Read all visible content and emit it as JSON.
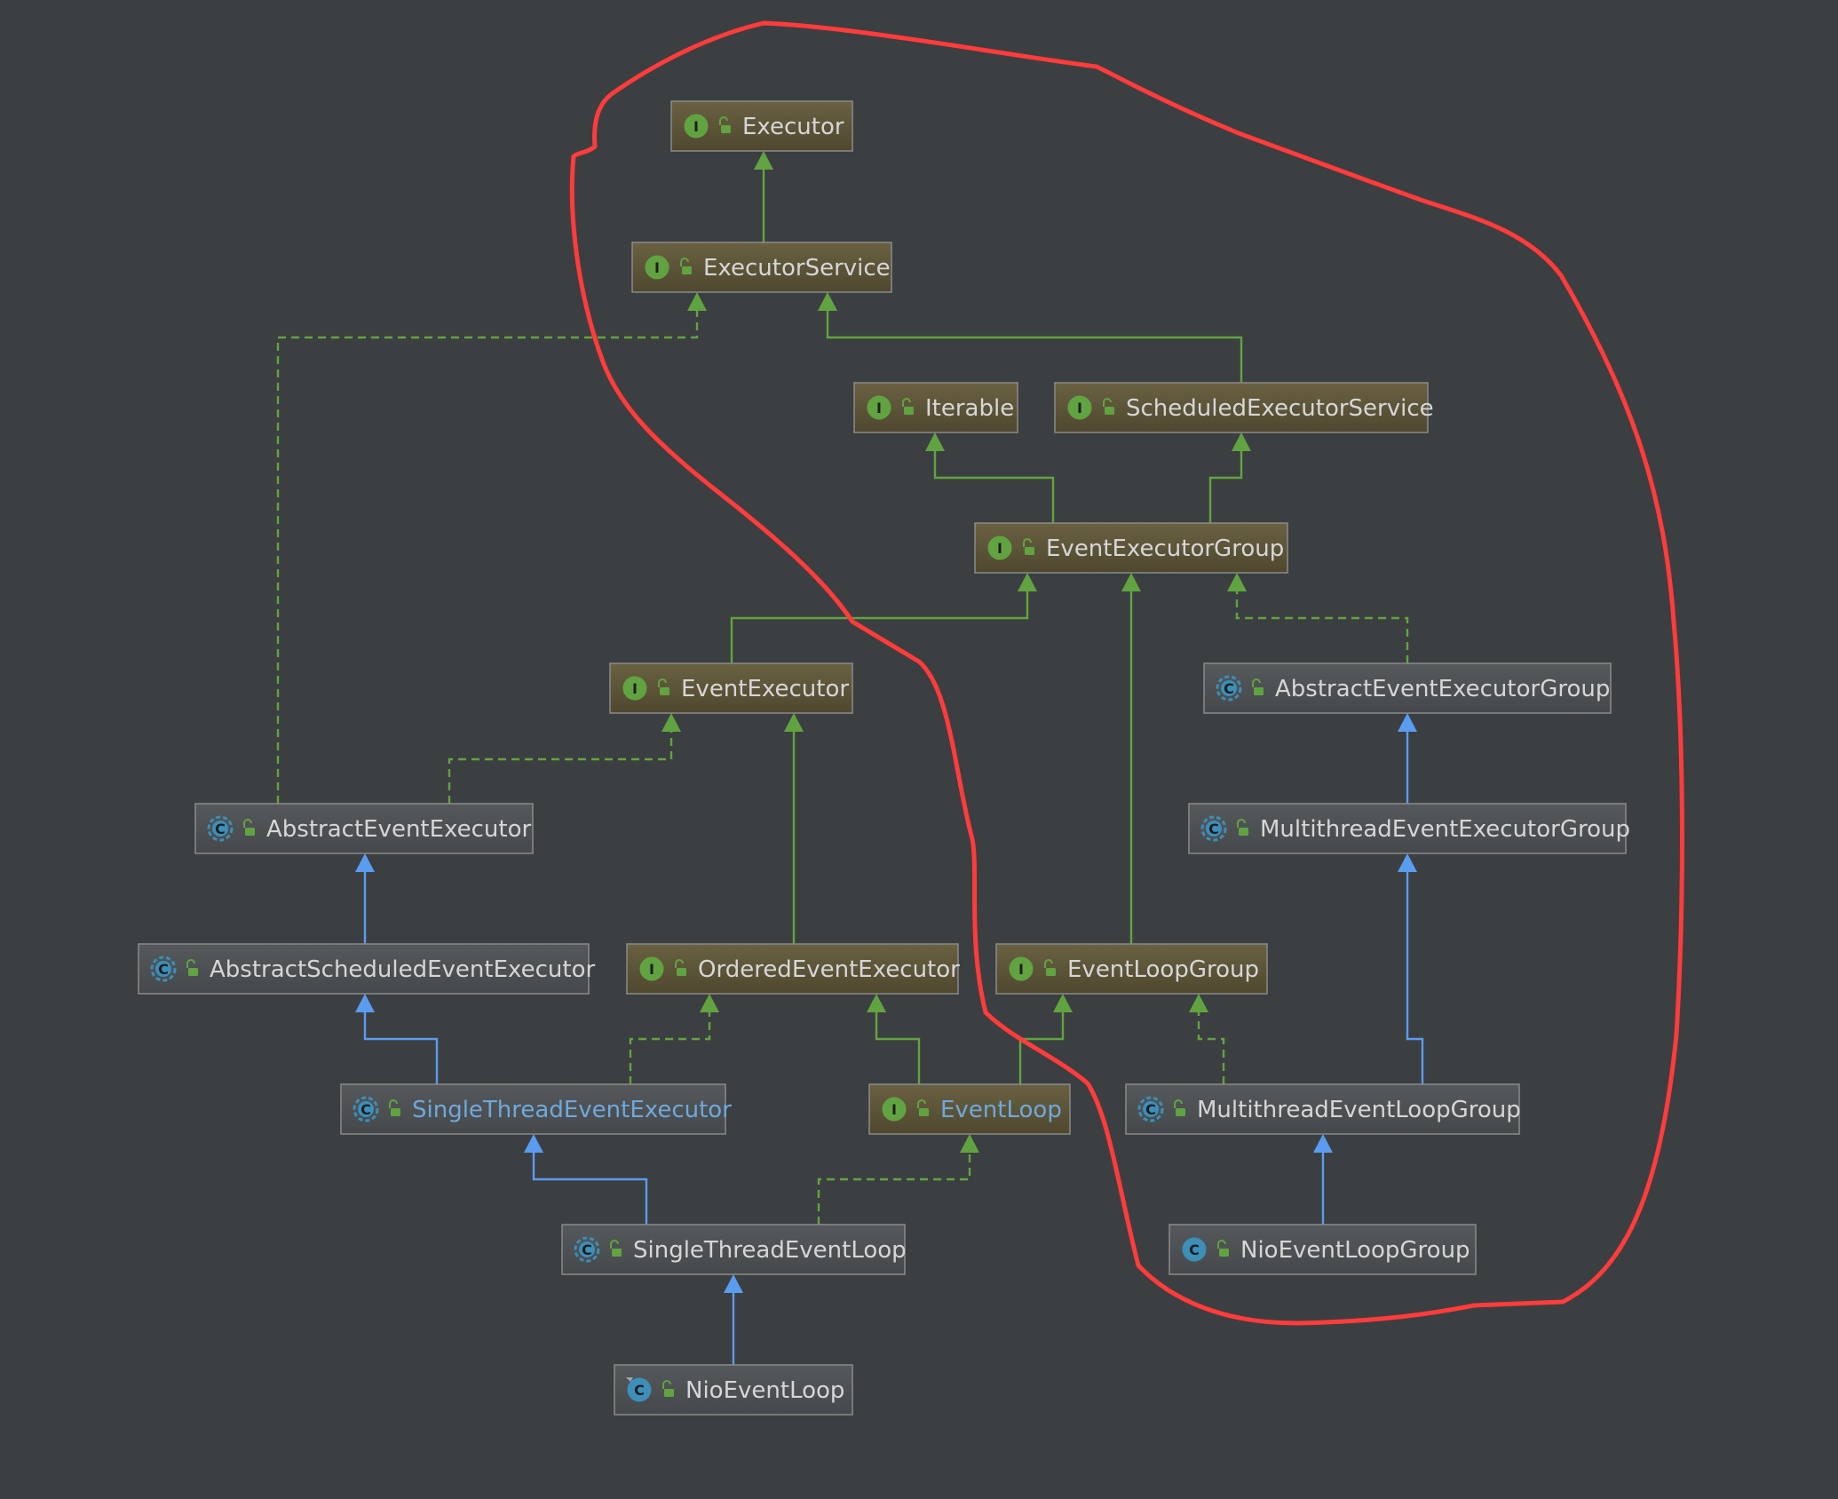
{
  "colors": {
    "background": "#3c3f41",
    "interface_node_fill": "#5b5236",
    "class_node_fill": "#4a4e50",
    "node_border": "#8a8a8a",
    "text": "#d6d6d6",
    "highlight_text": "#6fa8dc",
    "extends_arrow": "#5a9cf0",
    "implements_arrow": "#62a341",
    "annotation_stroke": "#ff3b3b",
    "interface_badge": "#62a341",
    "class_badge": "#3d8eb9"
  },
  "nodes": [
    {
      "id": "executor",
      "label": "Executor",
      "kind": "interface",
      "icon": "interface-icon"
    },
    {
      "id": "executor-service",
      "label": "ExecutorService",
      "kind": "interface",
      "icon": "interface-icon"
    },
    {
      "id": "iterable",
      "label": "Iterable",
      "kind": "interface",
      "icon": "interface-icon"
    },
    {
      "id": "scheduled-executor-service",
      "label": "ScheduledExecutorService",
      "kind": "interface",
      "icon": "interface-icon"
    },
    {
      "id": "event-executor-group",
      "label": "EventExecutorGroup",
      "kind": "interface",
      "icon": "interface-icon"
    },
    {
      "id": "event-executor",
      "label": "EventExecutor",
      "kind": "interface",
      "icon": "interface-icon"
    },
    {
      "id": "abstract-event-executor-group",
      "label": "AbstractEventExecutorGroup",
      "kind": "abstract-class",
      "icon": "abstract-class-icon"
    },
    {
      "id": "abstract-event-executor",
      "label": "AbstractEventExecutor",
      "kind": "abstract-class",
      "icon": "abstract-class-icon"
    },
    {
      "id": "multithread-event-executor-group",
      "label": "MultithreadEventExecutorGroup",
      "kind": "abstract-class",
      "icon": "abstract-class-icon"
    },
    {
      "id": "abstract-scheduled-event-executor",
      "label": "AbstractScheduledEventExecutor",
      "kind": "abstract-class",
      "icon": "abstract-class-icon"
    },
    {
      "id": "ordered-event-executor",
      "label": "OrderedEventExecutor",
      "kind": "interface",
      "icon": "interface-icon"
    },
    {
      "id": "event-loop-group",
      "label": "EventLoopGroup",
      "kind": "interface",
      "icon": "interface-icon"
    },
    {
      "id": "single-thread-event-executor",
      "label": "SingleThreadEventExecutor",
      "kind": "abstract-class",
      "icon": "abstract-class-icon",
      "highlight": true
    },
    {
      "id": "event-loop",
      "label": "EventLoop",
      "kind": "interface",
      "icon": "interface-icon",
      "highlight": true
    },
    {
      "id": "multithread-event-loop-group",
      "label": "MultithreadEventLoopGroup",
      "kind": "abstract-class",
      "icon": "abstract-class-icon"
    },
    {
      "id": "single-thread-event-loop",
      "label": "SingleThreadEventLoop",
      "kind": "abstract-class",
      "icon": "abstract-class-icon"
    },
    {
      "id": "nio-event-loop-group",
      "label": "NioEventLoopGroup",
      "kind": "class",
      "icon": "class-icon"
    },
    {
      "id": "nio-event-loop",
      "label": "NioEventLoop",
      "kind": "final-class",
      "icon": "final-class-icon"
    }
  ],
  "edges": [
    {
      "from": "executor-service",
      "to": "executor",
      "type": "extends-interface"
    },
    {
      "from": "abstract-event-executor",
      "to": "executor-service",
      "type": "implements"
    },
    {
      "from": "scheduled-executor-service",
      "to": "executor-service",
      "type": "extends-interface"
    },
    {
      "from": "event-executor-group",
      "to": "iterable",
      "type": "extends-interface"
    },
    {
      "from": "event-executor-group",
      "to": "scheduled-executor-service",
      "type": "extends-interface"
    },
    {
      "from": "event-executor",
      "to": "event-executor-group",
      "type": "extends-interface"
    },
    {
      "from": "event-loop-group",
      "to": "event-executor-group",
      "type": "extends-interface"
    },
    {
      "from": "abstract-event-executor-group",
      "to": "event-executor-group",
      "type": "implements"
    },
    {
      "from": "abstract-event-executor",
      "to": "event-executor",
      "type": "implements"
    },
    {
      "from": "ordered-event-executor",
      "to": "event-executor",
      "type": "extends-interface"
    },
    {
      "from": "multithread-event-executor-group",
      "to": "abstract-event-executor-group",
      "type": "extends"
    },
    {
      "from": "abstract-scheduled-event-executor",
      "to": "abstract-event-executor",
      "type": "extends"
    },
    {
      "from": "multithread-event-loop-group",
      "to": "multithread-event-executor-group",
      "type": "extends"
    },
    {
      "from": "single-thread-event-executor",
      "to": "abstract-scheduled-event-executor",
      "type": "extends"
    },
    {
      "from": "single-thread-event-executor",
      "to": "ordered-event-executor",
      "type": "implements"
    },
    {
      "from": "event-loop",
      "to": "ordered-event-executor",
      "type": "extends-interface"
    },
    {
      "from": "event-loop",
      "to": "event-loop-group",
      "type": "extends-interface"
    },
    {
      "from": "multithread-event-loop-group",
      "to": "event-loop-group",
      "type": "implements"
    },
    {
      "from": "single-thread-event-loop",
      "to": "single-thread-event-executor",
      "type": "extends"
    },
    {
      "from": "single-thread-event-loop",
      "to": "event-loop",
      "type": "implements"
    },
    {
      "from": "nio-event-loop-group",
      "to": "multithread-event-loop-group",
      "type": "extends"
    },
    {
      "from": "nio-event-loop",
      "to": "single-thread-event-loop",
      "type": "extends"
    }
  ]
}
